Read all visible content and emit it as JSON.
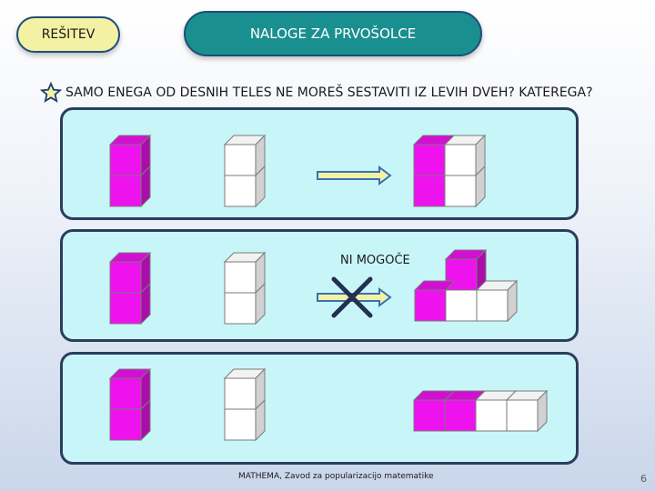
{
  "header": {
    "solution_label": "REŠITEV",
    "title": "NALOGE ZA PRVOŠOLCE"
  },
  "question": "SAMO ENEGA OD DESNIH TELES NE MOREŠ SESTAVITI IZ LEVIH DVEH? KATEREGA?",
  "panels": [
    {
      "result": "possible"
    },
    {
      "result": "impossible",
      "label": "NI MOGOČE"
    },
    {
      "result": "possible"
    }
  ],
  "footer": {
    "credit": "MATHEMA, Zavod za popularizacijo matematike",
    "page_number": "6"
  },
  "colors": {
    "magenta": "#ee12ee",
    "white_cube": "#ffffff",
    "panel_bg": "#c8f6f8",
    "panel_border": "#2a3e5c",
    "arrow": "#f3f1a3",
    "title_pill": "#1a8f90",
    "solution_pill": "#f3f1a3",
    "cross": "#24304f"
  },
  "icons": {
    "star": "star-icon",
    "arrow": "right-arrow-icon",
    "cross": "cross-icon"
  }
}
